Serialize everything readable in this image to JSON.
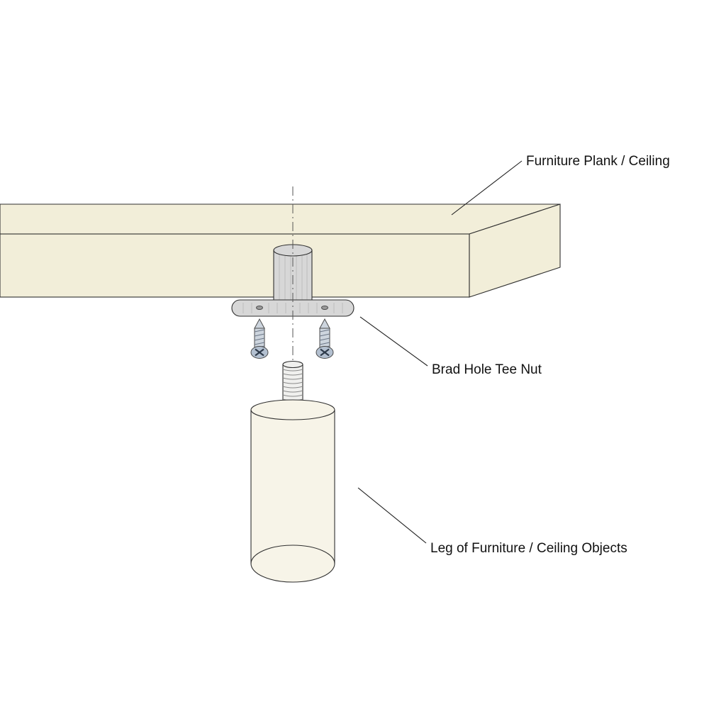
{
  "diagram": {
    "background": "#ffffff",
    "labels": {
      "plank": "Furniture Plank / Ceiling",
      "tee_nut": "Brad Hole Tee Nut",
      "leg": "Leg of Furniture / Ceiling Objects"
    },
    "colors": {
      "wood": "#f2eed9",
      "metal": "#d7d7d7",
      "screw_body": "#cdd5de",
      "screw_head": "#b3c0d0",
      "brad_hole": "#9a9a9a",
      "stud": "#f0f0ee",
      "leg": "#f7f4e8",
      "outline": "#2f2f2f",
      "label_text": "#111111"
    }
  }
}
